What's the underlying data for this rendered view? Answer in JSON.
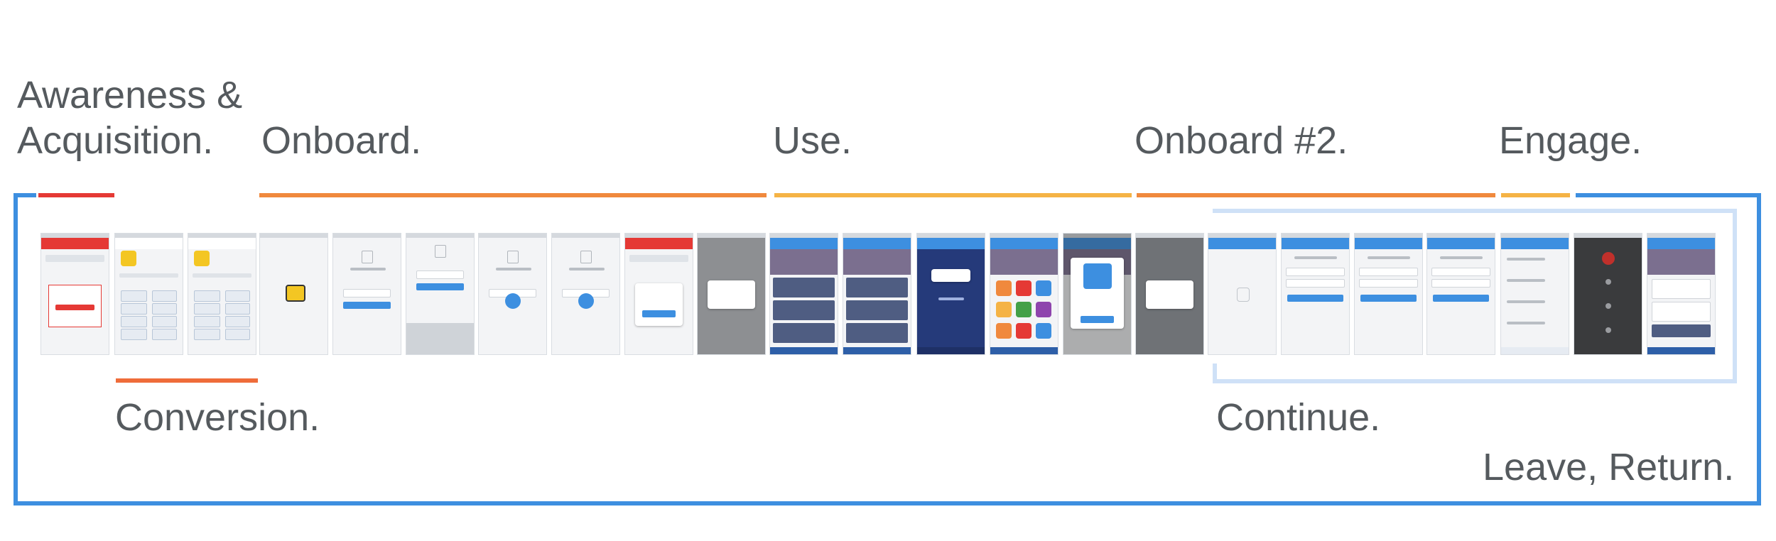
{
  "stages": {
    "awareness_line1": "Awareness &",
    "awareness_line2": "Acquisition.",
    "onboard": "Onboard.",
    "use": "Use.",
    "onboard2": "Onboard #2.",
    "engage": "Engage.",
    "conversion": "Conversion.",
    "continue": "Continue.",
    "leave_return": "Leave, Return."
  },
  "colors": {
    "red": "#e53935",
    "orange_red": "#ef6c3a",
    "orange": "#f0893d",
    "amber": "#f5b345",
    "blue": "#3d8fe0",
    "light_blue": "#cfe1f7",
    "label_text": "#555a5e"
  }
}
